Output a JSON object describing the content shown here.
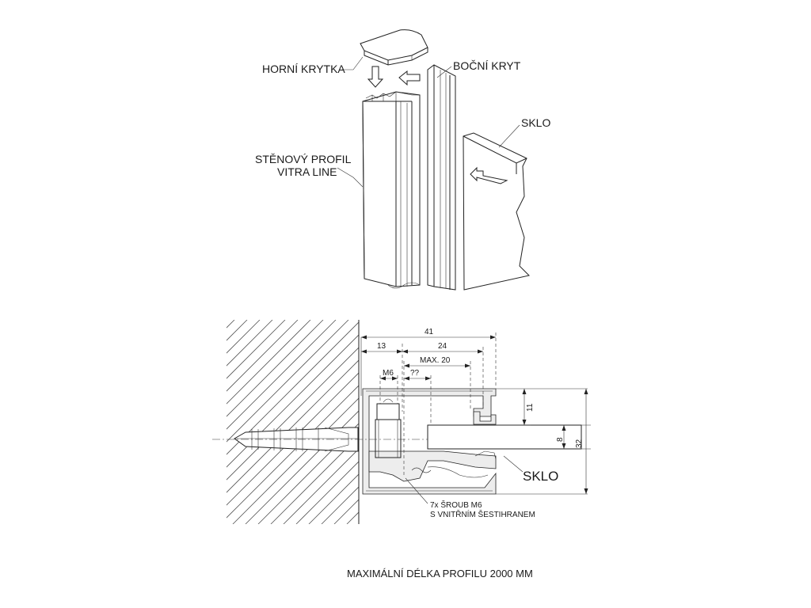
{
  "isometric_view": {
    "labels": {
      "horni_krytka": "HORNÍ KRYTKA",
      "bocni_kryt": "BOČNÍ KRYT",
      "sklo": "SKLO",
      "stenovy_profil_line1": "STĚNOVÝ PROFIL",
      "stenovy_profil_line2": "VITRA LINE"
    }
  },
  "section_view": {
    "dimensions": {
      "overall_width": "41",
      "wall_offset": "13",
      "glass_zone": "24",
      "max_glass": "MAX. 20",
      "screw": "M6",
      "unknown": "??",
      "lip_height": "11",
      "glass_thickness": "8",
      "profile_height": "32"
    },
    "labels": {
      "sklo": "SKLO",
      "screw_note_line1": "7x ŠROUB M6",
      "screw_note_line2": "S VNITŘNÍM ŠESTIHRANEM"
    }
  },
  "footer": {
    "note": "MAXIMÁLNÍ DÉLKA PROFILU 2000 MM"
  }
}
